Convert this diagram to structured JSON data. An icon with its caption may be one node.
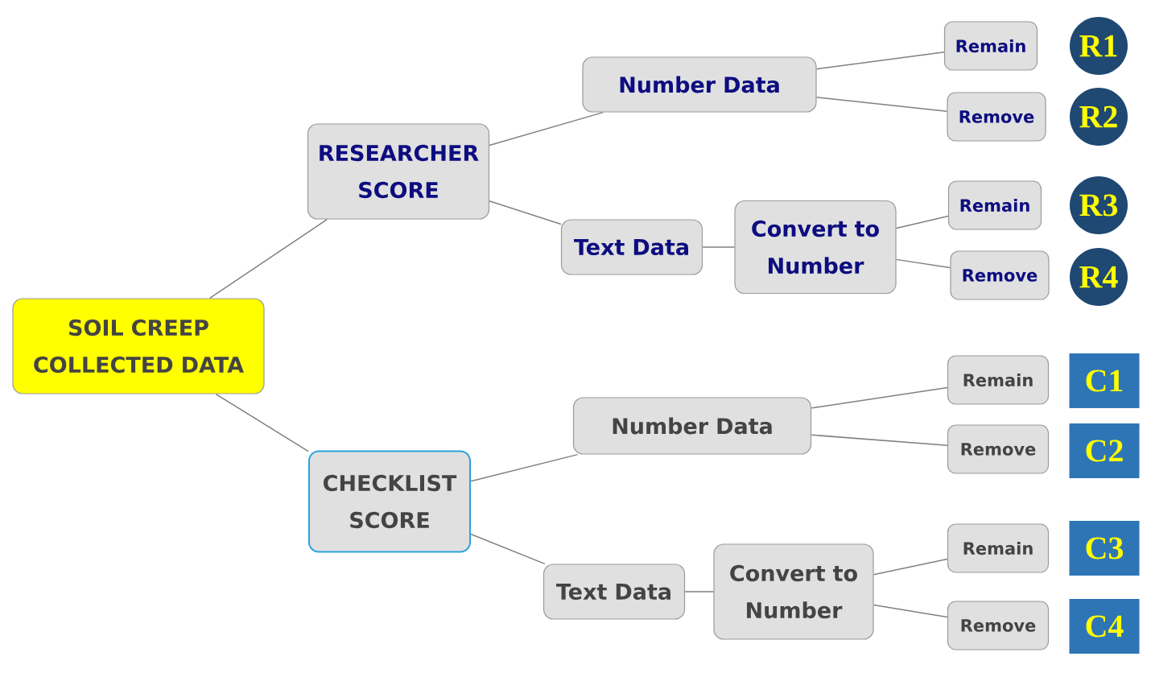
{
  "diagram": {
    "nodes": [
      {
        "text": [
          "SOIL CREEP COLLECTED DATA"
        ]
      },
      {
        "text": [
          "RESEARCHER SCORE"
        ]
      },
      {
        "text": [
          "Number Data"
        ]
      },
      {
        "text": [
          "Remain"
        ]
      },
      {
        "text": [
          "R1"
        ]
      },
      {
        "text": [
          "Remove"
        ]
      },
      {
        "text": [
          "R2"
        ]
      },
      {
        "text": [
          "Text Data"
        ]
      },
      {
        "text": [
          "Convert to Number"
        ]
      },
      {
        "text": [
          "Remain"
        ]
      },
      {
        "text": [
          "R3"
        ]
      },
      {
        "text": [
          "Remove"
        ]
      },
      {
        "text": [
          "R4"
        ]
      },
      {
        "text": [
          "CHECKLIST SCORE"
        ]
      },
      {
        "text": [
          "Number Data"
        ]
      },
      {
        "text": [
          "Remain"
        ]
      },
      {
        "text": [
          "C1"
        ]
      },
      {
        "text": [
          "Remove"
        ]
      },
      {
        "text": [
          "C2"
        ]
      },
      {
        "text": [
          "Text Data"
        ]
      },
      {
        "text": [
          "Convert to Number"
        ]
      },
      {
        "text": [
          "Remain"
        ]
      },
      {
        "text": [
          "C3"
        ]
      },
      {
        "text": [
          "Remove"
        ]
      },
      {
        "text": [
          "C4"
        ]
      }
    ],
    "edges": [
      {
        "from": 0,
        "to": 1,
        "arrow": "none"
      },
      {
        "from": 1,
        "to": 2,
        "arrow": "none"
      },
      {
        "from": 2,
        "to": 3,
        "arrow": "none"
      },
      {
        "from": 2,
        "to": 5,
        "arrow": "none"
      },
      {
        "from": 1,
        "to": 7,
        "arrow": "none"
      },
      {
        "from": 7,
        "to": 8,
        "arrow": "none"
      },
      {
        "from": 8,
        "to": 9,
        "arrow": "none"
      },
      {
        "from": 8,
        "to": 11,
        "arrow": "none"
      },
      {
        "from": 0,
        "to": 13,
        "arrow": "none"
      },
      {
        "from": 13,
        "to": 14,
        "arrow": "none"
      },
      {
        "from": 14,
        "to": 15,
        "arrow": "none"
      },
      {
        "from": 14,
        "to": 17,
        "arrow": "none"
      },
      {
        "from": 13,
        "to": 19,
        "arrow": "none"
      },
      {
        "from": 19,
        "to": 20,
        "arrow": "none"
      },
      {
        "from": 20,
        "to": 21,
        "arrow": "none"
      },
      {
        "from": 20,
        "to": 23,
        "arrow": "none"
      }
    ]
  }
}
